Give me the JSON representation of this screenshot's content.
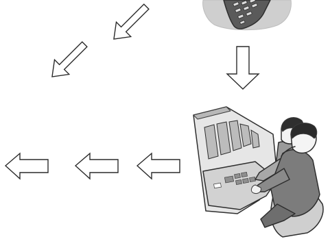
{
  "diagram": {
    "icons": {
      "remote_control": "remote-control-illustration",
      "operators_at_console": "control-room-operators-illustration",
      "arrow": "hollow-arrow"
    },
    "flow": [
      "remote-control",
      "down-arrow",
      "control-room-operators",
      "left-arrow",
      "left-arrow",
      "left-arrow"
    ],
    "colors": {
      "background": "#ffffff",
      "line": "#2a2a2a",
      "light_gray": "#d9d9d9",
      "mid_gray": "#a7a7a7",
      "dark_gray": "#4a4a4a",
      "hair": "#3b3b3b"
    }
  }
}
